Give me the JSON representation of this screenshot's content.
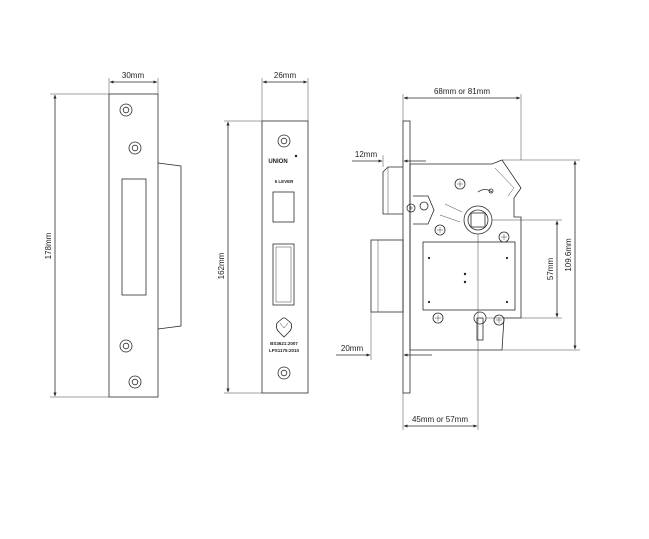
{
  "dimensions": {
    "striker_width": "30mm",
    "striker_height": "178mm",
    "forend_width": "26mm",
    "forend_height": "162mm",
    "case_width": "68mm or 81mm",
    "case_height": "109.6mm",
    "centres": "57mm",
    "latch_projection": "12mm",
    "bolt_projection": "20mm",
    "backset": "45mm or 57mm"
  },
  "forend_markings": {
    "brand": "UNION",
    "levers": "5 LEVER",
    "standard_1": "BS3621:2007",
    "standard_2": "LPS1175:2010"
  }
}
